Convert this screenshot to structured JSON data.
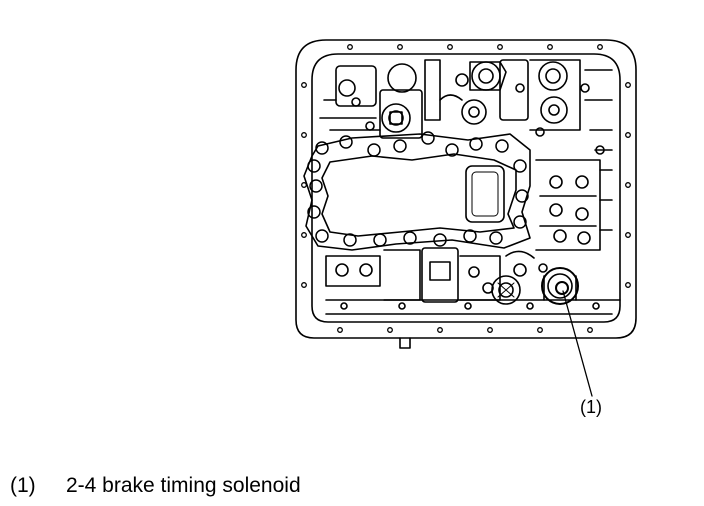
{
  "callout": {
    "label": "(1)"
  },
  "legend": {
    "items": [
      {
        "number": "(1)",
        "text": "2-4 brake timing solenoid"
      }
    ]
  }
}
